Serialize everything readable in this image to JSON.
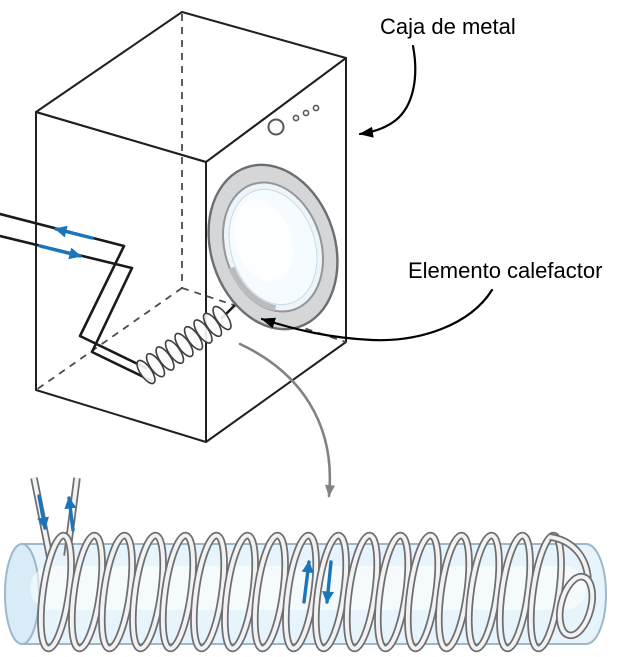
{
  "figure": {
    "type": "physics-diagram",
    "labels": {
      "metal_box": "Caja de metal",
      "heating_element": "Elemento calefactor"
    },
    "colors": {
      "line": "#1a1a1a",
      "current_arrow_blue": "#1b75bb",
      "callout_arrow_black": "#000000",
      "zoom_arrow_gray": "#808285",
      "cylinder_fill": "#e8f4fb",
      "cylinder_stroke": "#9cb8ca",
      "coil_wire_outline": "#6d6e71",
      "coil_wire_fill": "#f2f2f3",
      "door_ring": "#d5d6d8",
      "door_glass": "#f6fbff"
    }
  }
}
